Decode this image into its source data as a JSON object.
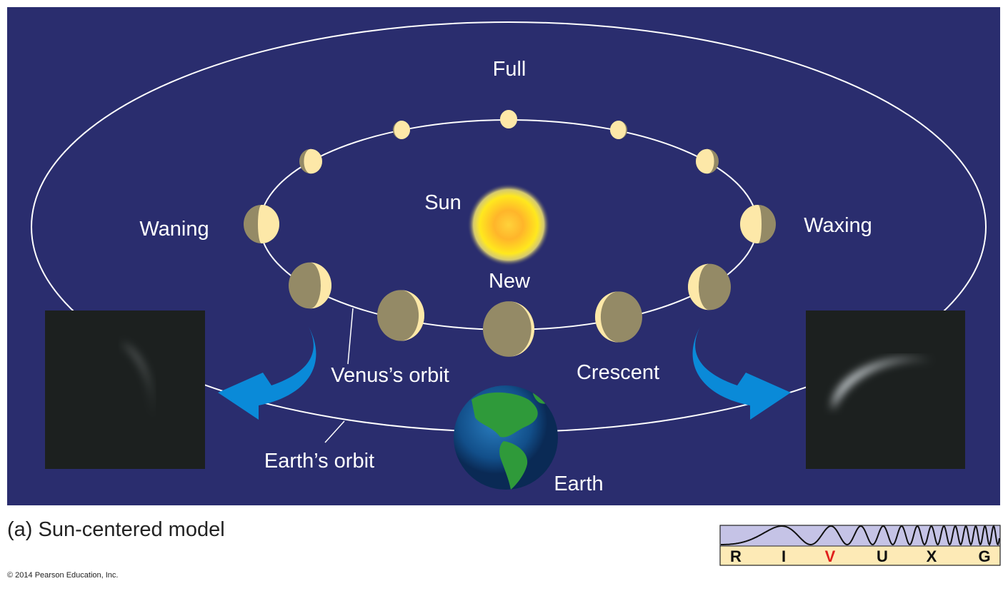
{
  "labels": {
    "full": "Full",
    "waning": "Waning",
    "sun": "Sun",
    "waxing": "Waxing",
    "new": "New",
    "venus_orbit": "Venus’s orbit",
    "crescent": "Crescent",
    "earth_orbit": "Earth’s orbit",
    "earth": "Earth"
  },
  "caption": "(a) Sun-centered model",
  "copyright": "© 2014 Pearson Education, Inc.",
  "spectrum": {
    "bands": [
      "R",
      "I",
      "V",
      "U",
      "X",
      "G"
    ],
    "highlighted": "V",
    "highlight_color": "#e0201c"
  },
  "colors": {
    "background": "#2a2d6e",
    "venus_lit": "#fde8a8",
    "venus_dark": "#948a66",
    "arrow": "#0a8ad8"
  },
  "venus_phases": [
    {
      "name": "full",
      "illuminated": 1.0,
      "lit_side": "right"
    },
    {
      "illuminated": 0.93,
      "lit_side": "right"
    },
    {
      "illuminated": 0.93,
      "lit_side": "left"
    },
    {
      "illuminated": 0.8,
      "lit_side": "right"
    },
    {
      "illuminated": 0.8,
      "lit_side": "left"
    },
    {
      "illuminated": 0.6,
      "lit_side": "right"
    },
    {
      "illuminated": 0.6,
      "lit_side": "left"
    },
    {
      "illuminated": 0.25,
      "lit_side": "right"
    },
    {
      "illuminated": 0.25,
      "lit_side": "left"
    },
    {
      "illuminated": 0.12,
      "lit_side": "right"
    },
    {
      "illuminated": 0.12,
      "lit_side": "left"
    },
    {
      "name": "new",
      "illuminated": 0.06,
      "lit_side": "right"
    }
  ]
}
